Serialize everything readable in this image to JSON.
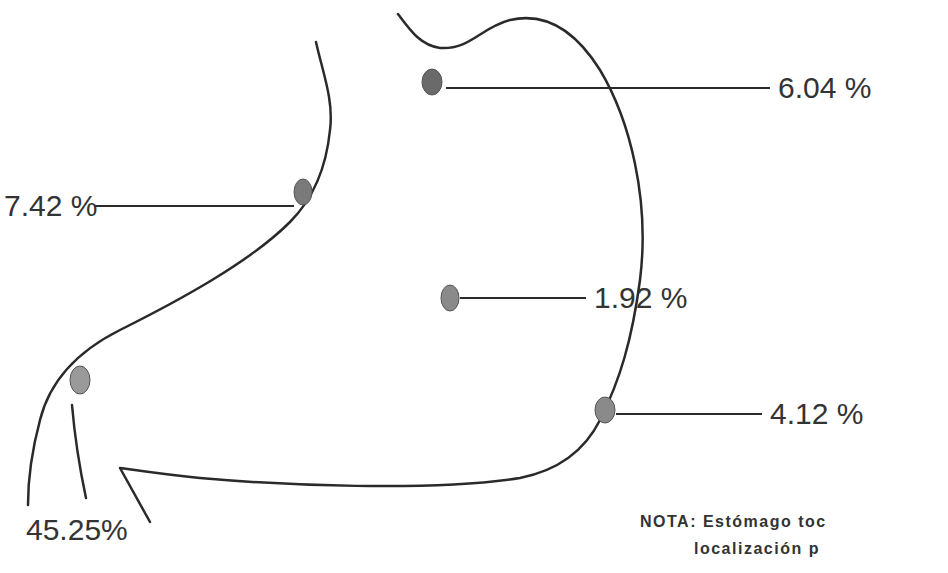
{
  "diagram": {
    "labels": [
      "6.04 %",
      "7.42 %",
      "1.92 %",
      "4.12 %",
      "45.25%",
      "NOTA: Estómago toc localización p"
    ]
  }
}
